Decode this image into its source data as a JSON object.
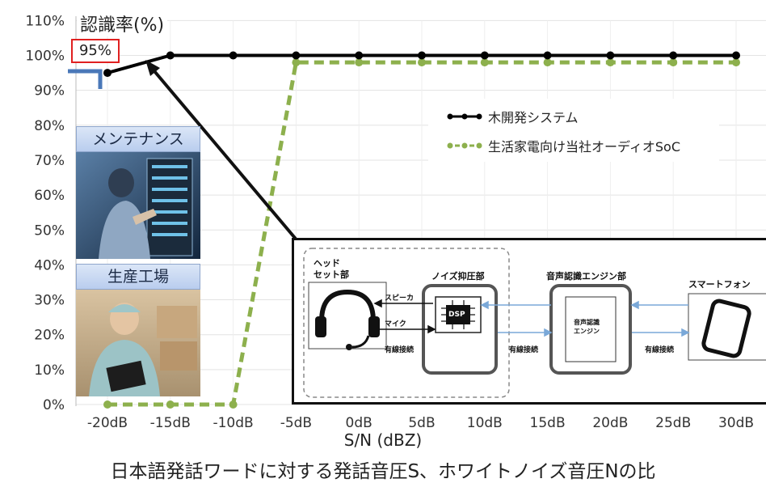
{
  "chart_data": {
    "type": "line",
    "ylabel": "認識率(%)",
    "xlabel": "S/N (dBZ)",
    "caption": "日本語発話ワードに対する発話音圧S、ホワイトノイズ音圧Nの比",
    "categories": [
      "-20dB",
      "-15dB",
      "-10dB",
      "-5dB",
      "0dB",
      "5dB",
      "10dB",
      "15dB",
      "20dB",
      "25dB",
      "30dB"
    ],
    "yticks": [
      "0%",
      "10%",
      "20%",
      "30%",
      "40%",
      "50%",
      "60%",
      "70%",
      "80%",
      "90%",
      "100%",
      "110%"
    ],
    "ylim": [
      0,
      110
    ],
    "grid": true,
    "legend_position": "upper-right",
    "series": [
      {
        "name": "木開発システム",
        "color": "#000000",
        "dashed": false,
        "values": [
          95,
          100,
          100,
          100,
          100,
          100,
          100,
          100,
          100,
          100,
          100
        ]
      },
      {
        "name": "生活家電向け当社オーディオSoC",
        "color": "#8db04d",
        "dashed": true,
        "values": [
          0,
          0,
          0,
          98,
          98,
          98,
          98,
          98,
          98,
          98,
          98
        ]
      }
    ],
    "annotations": [
      {
        "text": "95%",
        "color": "#e02020"
      }
    ]
  },
  "photos": {
    "maintenance_label": "メンテナンス",
    "factory_label": "生産工場"
  },
  "diagram": {
    "headset_title": "ヘッド\nセット部",
    "noise_title": "ノイズ抑圧部",
    "engine_title": "音声認識エンジン部",
    "phone_title": "スマートフォン",
    "speaker_label": "スピーカ",
    "mic_label": "マイク",
    "wired1": "有線接続",
    "wired2": "有線接続",
    "wired3": "有線接続",
    "dsp": "DSP",
    "engine_box": "音声認識\nエンジン"
  }
}
